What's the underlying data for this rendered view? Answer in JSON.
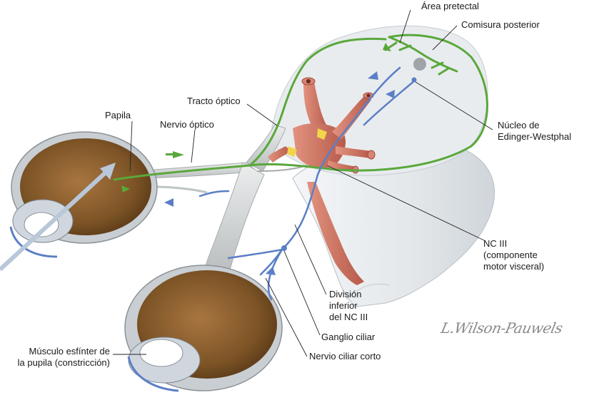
{
  "labels": {
    "area_pretectal": "Área pretectal",
    "comisura_posterior": "Comisura posterior",
    "tracto_optico": "Tracto óptico",
    "papila": "Papila",
    "nervio_optico": "Nervio óptico",
    "nucleo_edinger_1": "Núcleo de",
    "nucleo_edinger_2": "Edinger-Westphal",
    "nc3_1": "NC III",
    "nc3_2": "(componente",
    "nc3_3": "motor visceral)",
    "division_1": "División",
    "division_2": "inferior",
    "division_3": "del NC III",
    "ganglio_ciliar": "Ganglio ciliar",
    "musculo_1": "Músculo esfínter de",
    "musculo_2": "la pupila (constricción)",
    "nervio_ciliar_corto": "Nervio ciliar corto"
  },
  "signature": "L.Wilson-Pauwels",
  "colors": {
    "afferent_pathway": "#5aa83c",
    "efferent_pathway": "#5b7fc6",
    "artery": "#c8695a",
    "eyeball": "#9a6a3a",
    "brainstem": "#e8ebee"
  }
}
